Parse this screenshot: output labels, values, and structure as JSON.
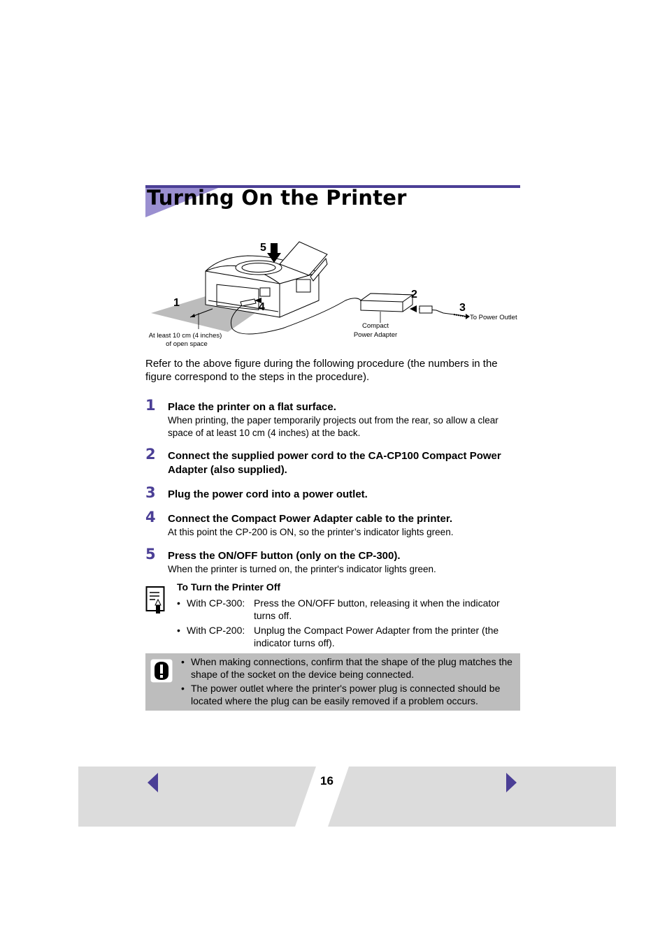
{
  "page": {
    "title": "Turning On the Printer",
    "page_number": "16",
    "accent_color": "#4b3f96",
    "triangle_color": "#9a8fd0"
  },
  "figure": {
    "labels": {
      "n1": "1",
      "n2": "2",
      "n3": "3",
      "n4": "4",
      "n5": "5",
      "space_line1": "At least 10 cm (4 inches)",
      "space_line2": "of open space",
      "adapter_line1": "Compact",
      "adapter_line2": "Power Adapter",
      "outlet": "To Power Outlet"
    }
  },
  "intro": "Refer to the above figure during the following procedure (the numbers in the figure correspond to the steps in the procedure).",
  "steps": [
    {
      "num": "1",
      "title": "Place the printer on a flat surface.",
      "body": "When printing, the paper temporarily projects out from the rear, so allow a clear space of at least 10 cm (4 inches) at the back."
    },
    {
      "num": "2",
      "title": "Connect the supplied power cord to the CA-CP100 Compact Power Adapter (also supplied).",
      "body": ""
    },
    {
      "num": "3",
      "title": "Plug the power cord into a power outlet.",
      "body": ""
    },
    {
      "num": "4",
      "title": "Connect the Compact Power Adapter cable to the printer.",
      "body": "At this point the CP-200 is ON, so the printer’s indicator lights green."
    },
    {
      "num": "5",
      "title": "Press the ON/OFF button (only on the CP-300).",
      "body": "When the printer is turned on, the printer's indicator lights green."
    }
  ],
  "note": {
    "title": "To Turn the Printer Off",
    "items": [
      {
        "bullet": "•",
        "label": "With CP-300:",
        "desc": "Press the ON/OFF button, releasing it when the indicator turns off."
      },
      {
        "bullet": "•",
        "label": "With CP-200:",
        "desc": "Unplug the Compact Power Adapter from the printer (the indicator turns off)."
      }
    ]
  },
  "caution": {
    "items": [
      {
        "bullet": "•",
        "text": "When making connections, confirm that the shape of the plug matches the shape of the socket on the device being connected."
      },
      {
        "bullet": "•",
        "text": "The power outlet where the printer's power plug is connected should be located where the plug can be easily removed if a problem occurs."
      }
    ]
  },
  "footer": {
    "prev_icon": "triangle-left-icon",
    "next_icon": "triangle-right-icon",
    "bar_color": "#dcdcdc",
    "arrow_color": "#4b3f96"
  }
}
